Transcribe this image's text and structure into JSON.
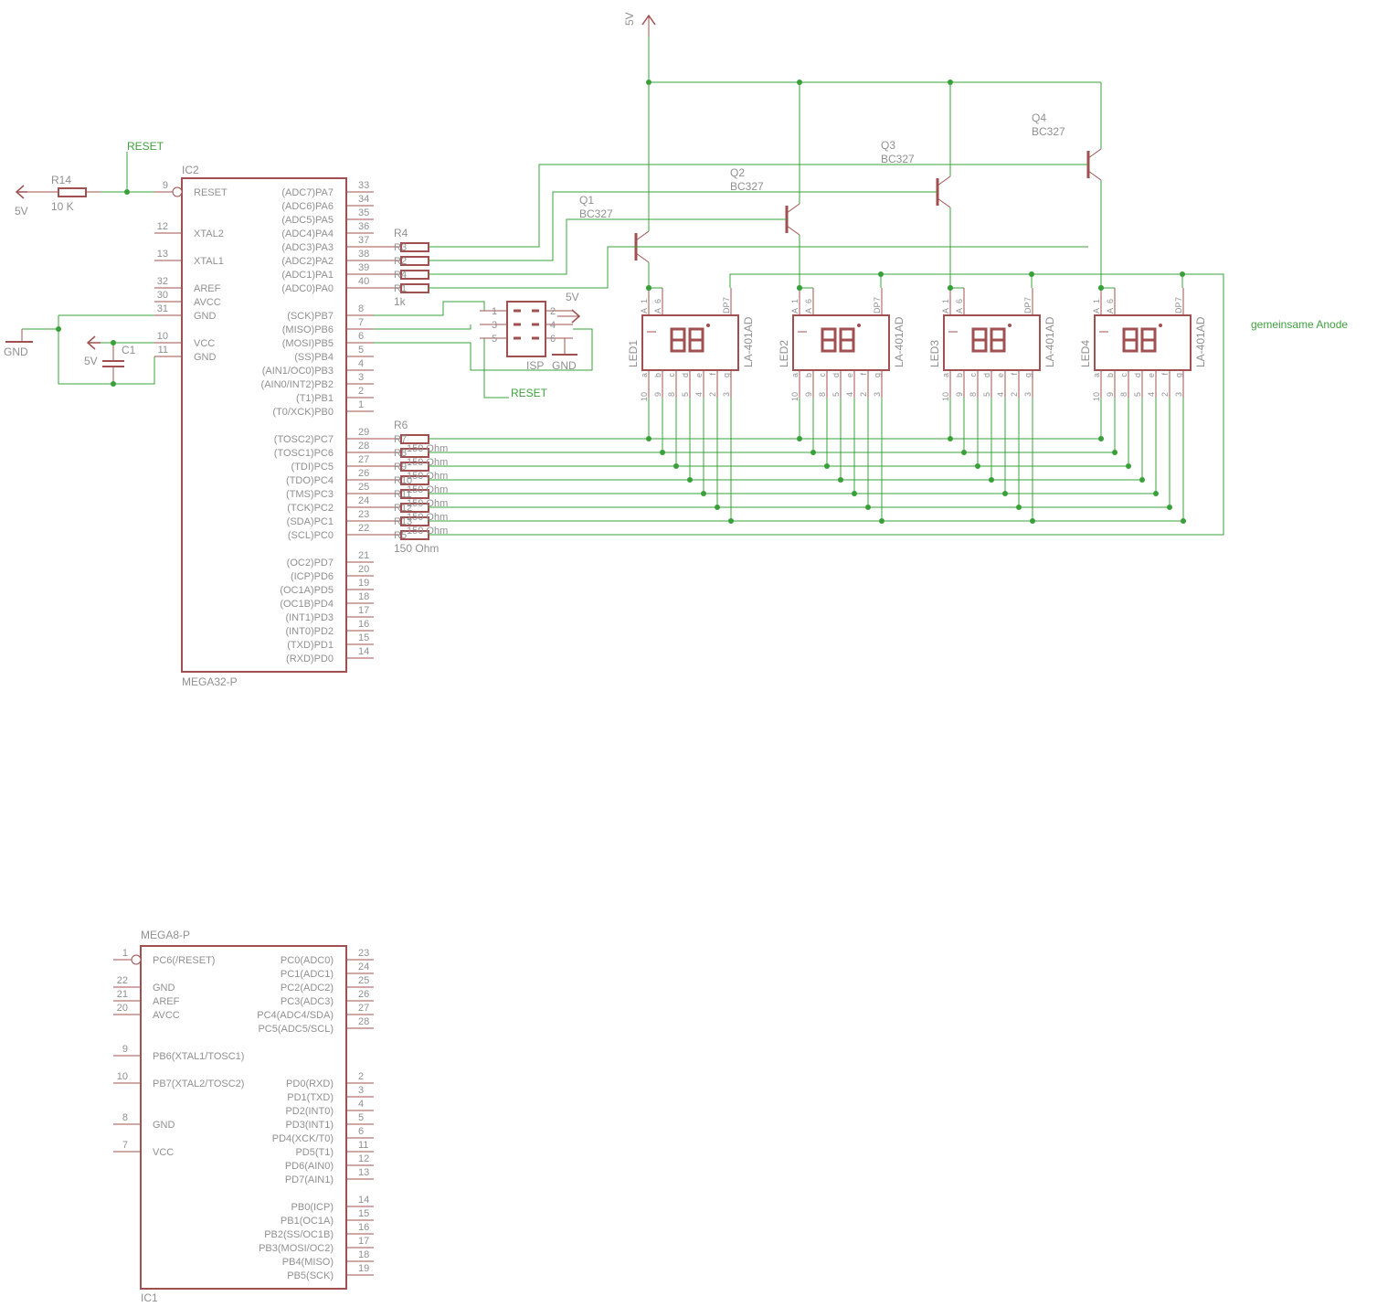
{
  "colors": {
    "symbol": "#a05050",
    "net": "#38a038",
    "text": "#909090",
    "net_label": "#40a040"
  },
  "ic2": {
    "name": "IC2",
    "value": "MEGA32-P",
    "left_pins": [
      {
        "num": "9",
        "label": "RESET",
        "inv": true
      },
      {
        "num": "12",
        "label": "XTAL2"
      },
      {
        "num": "13",
        "label": "XTAL1"
      },
      {
        "num": "32",
        "label": "AREF"
      },
      {
        "num": "30",
        "label": "AVCC"
      },
      {
        "num": "31",
        "label": "GND"
      },
      {
        "num": "10",
        "label": "VCC"
      },
      {
        "num": "11",
        "label": "GND"
      }
    ],
    "right_pins": [
      {
        "num": "33",
        "label": "(ADC7)PA7"
      },
      {
        "num": "34",
        "label": "(ADC6)PA6"
      },
      {
        "num": "35",
        "label": "(ADC5)PA5"
      },
      {
        "num": "36",
        "label": "(ADC4)PA4"
      },
      {
        "num": "37",
        "label": "(ADC3)PA3"
      },
      {
        "num": "38",
        "label": "(ADC2)PA2"
      },
      {
        "num": "39",
        "label": "(ADC1)PA1"
      },
      {
        "num": "40",
        "label": "(ADC0)PA0"
      },
      {
        "num": "8",
        "label": "(SCK)PB7"
      },
      {
        "num": "7",
        "label": "(MISO)PB6"
      },
      {
        "num": "6",
        "label": "(MOSI)PB5"
      },
      {
        "num": "5",
        "label": "(SS)PB4"
      },
      {
        "num": "4",
        "label": "(AIN1/OC0)PB3"
      },
      {
        "num": "3",
        "label": "(AIN0/INT2)PB2"
      },
      {
        "num": "2",
        "label": "(T1)PB1"
      },
      {
        "num": "1",
        "label": "(T0/XCK)PB0"
      },
      {
        "num": "29",
        "label": "(TOSC2)PC7"
      },
      {
        "num": "28",
        "label": "(TOSC1)PC6"
      },
      {
        "num": "27",
        "label": "(TDI)PC5"
      },
      {
        "num": "26",
        "label": "(TDO)PC4"
      },
      {
        "num": "25",
        "label": "(TMS)PC3"
      },
      {
        "num": "24",
        "label": "(TCK)PC2"
      },
      {
        "num": "23",
        "label": "(SDA)PC1"
      },
      {
        "num": "22",
        "label": "(SCL)PC0"
      },
      {
        "num": "21",
        "label": "(OC2)PD7"
      },
      {
        "num": "20",
        "label": "(ICP)PD6"
      },
      {
        "num": "19",
        "label": "(OC1A)PD5"
      },
      {
        "num": "18",
        "label": "(OC1B)PD4"
      },
      {
        "num": "17",
        "label": "(INT1)PD3"
      },
      {
        "num": "16",
        "label": "(INT0)PD2"
      },
      {
        "num": "15",
        "label": "(TXD)PD1"
      },
      {
        "num": "14",
        "label": "(RXD)PD0"
      }
    ]
  },
  "ic1": {
    "name": "IC1",
    "value": "MEGA8-P",
    "left_pins": [
      {
        "num": "1",
        "label": "PC6(/RESET)",
        "inv": true
      },
      {
        "num": "22",
        "label": "GND"
      },
      {
        "num": "21",
        "label": "AREF"
      },
      {
        "num": "20",
        "label": "AVCC"
      },
      {
        "num": "9",
        "label": "PB6(XTAL1/TOSC1)"
      },
      {
        "num": "10",
        "label": "PB7(XTAL2/TOSC2)"
      },
      {
        "num": "8",
        "label": "GND"
      },
      {
        "num": "7",
        "label": "VCC"
      }
    ],
    "right_pins": [
      {
        "num": "23",
        "label": "PC0(ADC0)"
      },
      {
        "num": "24",
        "label": "PC1(ADC1)"
      },
      {
        "num": "25",
        "label": "PC2(ADC2)"
      },
      {
        "num": "26",
        "label": "PC3(ADC3)"
      },
      {
        "num": "27",
        "label": "PC4(ADC4/SDA)"
      },
      {
        "num": "28",
        "label": "PC5(ADC5/SCL)"
      },
      {
        "num": "2",
        "label": "PD0(RXD)"
      },
      {
        "num": "3",
        "label": "PD1(TXD)"
      },
      {
        "num": "4",
        "label": "PD2(INT0)"
      },
      {
        "num": "5",
        "label": "PD3(INT1)"
      },
      {
        "num": "6",
        "label": "PD4(XCK/T0)"
      },
      {
        "num": "11",
        "label": "PD5(T1)"
      },
      {
        "num": "12",
        "label": "PD6(AIN0)"
      },
      {
        "num": "13",
        "label": "PD7(AIN1)"
      },
      {
        "num": "14",
        "label": "PB0(ICP)"
      },
      {
        "num": "15",
        "label": "PB1(OC1A)"
      },
      {
        "num": "16",
        "label": "PB2(SS/OC1B)"
      },
      {
        "num": "17",
        "label": "PB3(MOSI/OC2)"
      },
      {
        "num": "18",
        "label": "PB4(MISO)"
      },
      {
        "num": "19",
        "label": "PB5(SCK)"
      }
    ]
  },
  "r14": {
    "name": "R14",
    "value": "10 K"
  },
  "c1": {
    "name": "C1"
  },
  "r_base": {
    "names": [
      "R3",
      "R2",
      "R4",
      "R1"
    ],
    "first_label": "R4",
    "value": "1k"
  },
  "r_seg": {
    "names": [
      "R7",
      "R8",
      "R9",
      "R10",
      "R11",
      "R12",
      "R13",
      "R5"
    ],
    "first_label": "R6",
    "value": "150 Ohm"
  },
  "transistors": [
    {
      "name": "Q1",
      "value": "BC327"
    },
    {
      "name": "Q2",
      "value": "BC327"
    },
    {
      "name": "Q3",
      "value": "BC327"
    },
    {
      "name": "Q4",
      "value": "BC327"
    }
  ],
  "leds": [
    {
      "name": "LED1",
      "value": "LA-401AD"
    },
    {
      "name": "LED2",
      "value": "LA-401AD"
    },
    {
      "name": "LED3",
      "value": "LA-401AD"
    },
    {
      "name": "LED4",
      "value": "LA-401AD"
    }
  ],
  "led_top_pins": {
    "a": "A",
    "one": "1",
    "six": "6",
    "dp": "DP",
    "seven": "7"
  },
  "led_bottom_pins": [
    {
      "num": "10",
      "seg": "a"
    },
    {
      "num": "9",
      "seg": "b"
    },
    {
      "num": "8",
      "seg": "c"
    },
    {
      "num": "5",
      "seg": "d"
    },
    {
      "num": "4",
      "seg": "e"
    },
    {
      "num": "2",
      "seg": "f"
    },
    {
      "num": "3",
      "seg": "g"
    }
  ],
  "isp": {
    "name": "ISP",
    "pins_left": [
      "1",
      "3",
      "5"
    ],
    "pins_right": [
      "2",
      "4",
      "6"
    ]
  },
  "supplies": {
    "vcc": "5V",
    "gnd": "GND"
  },
  "net_labels": {
    "reset": "RESET",
    "common_anode": "gemeinsame Anode"
  }
}
